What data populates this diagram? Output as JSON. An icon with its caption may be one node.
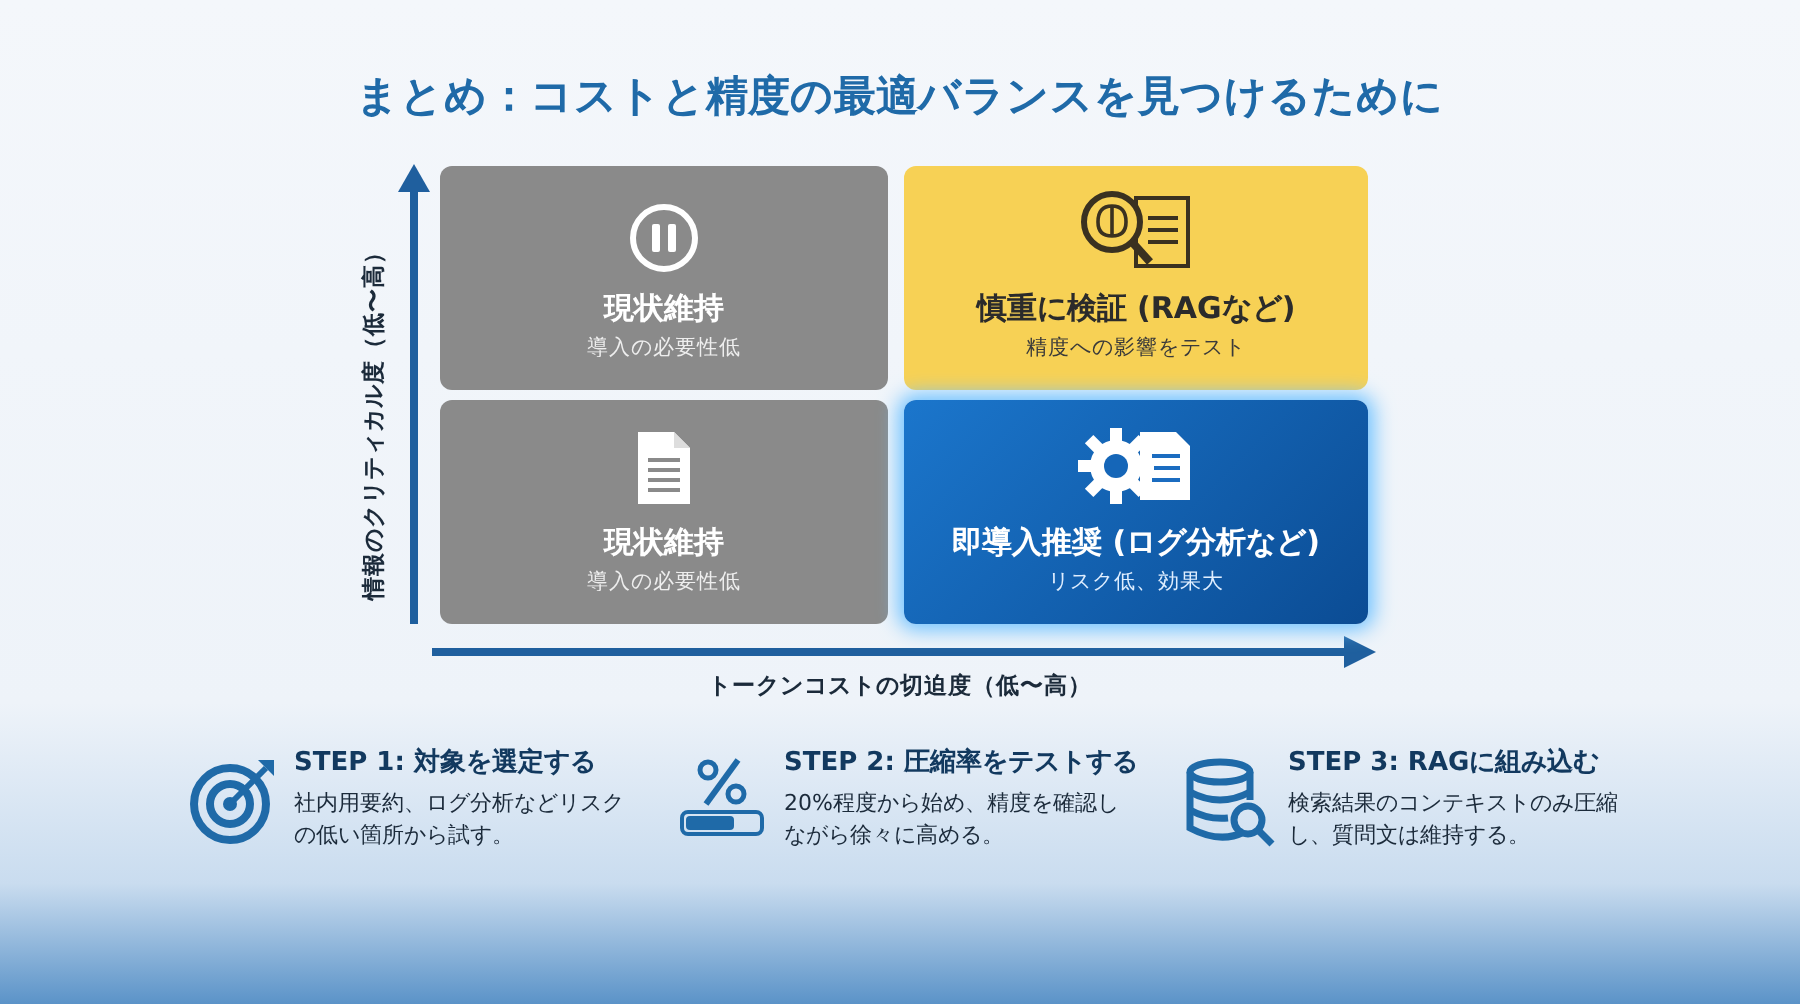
{
  "diagram": {
    "title": "まとめ：コストと精度の最適バランスを見つけるために",
    "nodes": [
      {
        "text": [
          "現状維持",
          "導入の必要性低"
        ]
      },
      {
        "text": [
          "慎重に検証 (RAGなど)",
          "精度への影響をテスト"
        ]
      },
      {
        "text": [
          "現状維持",
          "導入の必要性低"
        ]
      },
      {
        "text": [
          "即導入推奨 (ログ分析など)",
          "リスク低、効果大"
        ]
      }
    ],
    "labels": [
      "情報のクリティカル度（低〜高）",
      "トークンコストの切迫度（低〜高）",
      "STEP 1: 対象を選定する",
      "社内用要約、ログ分析などリスクの低い箇所から試す。",
      "STEP 2: 圧縮率をテストする",
      "20%程度から始め、精度を確認しながら徐々に高める。",
      "STEP 3: RAGに組み込む",
      "検索結果のコンテキストのみ圧縮し、質問文は維持する。"
    ]
  }
}
